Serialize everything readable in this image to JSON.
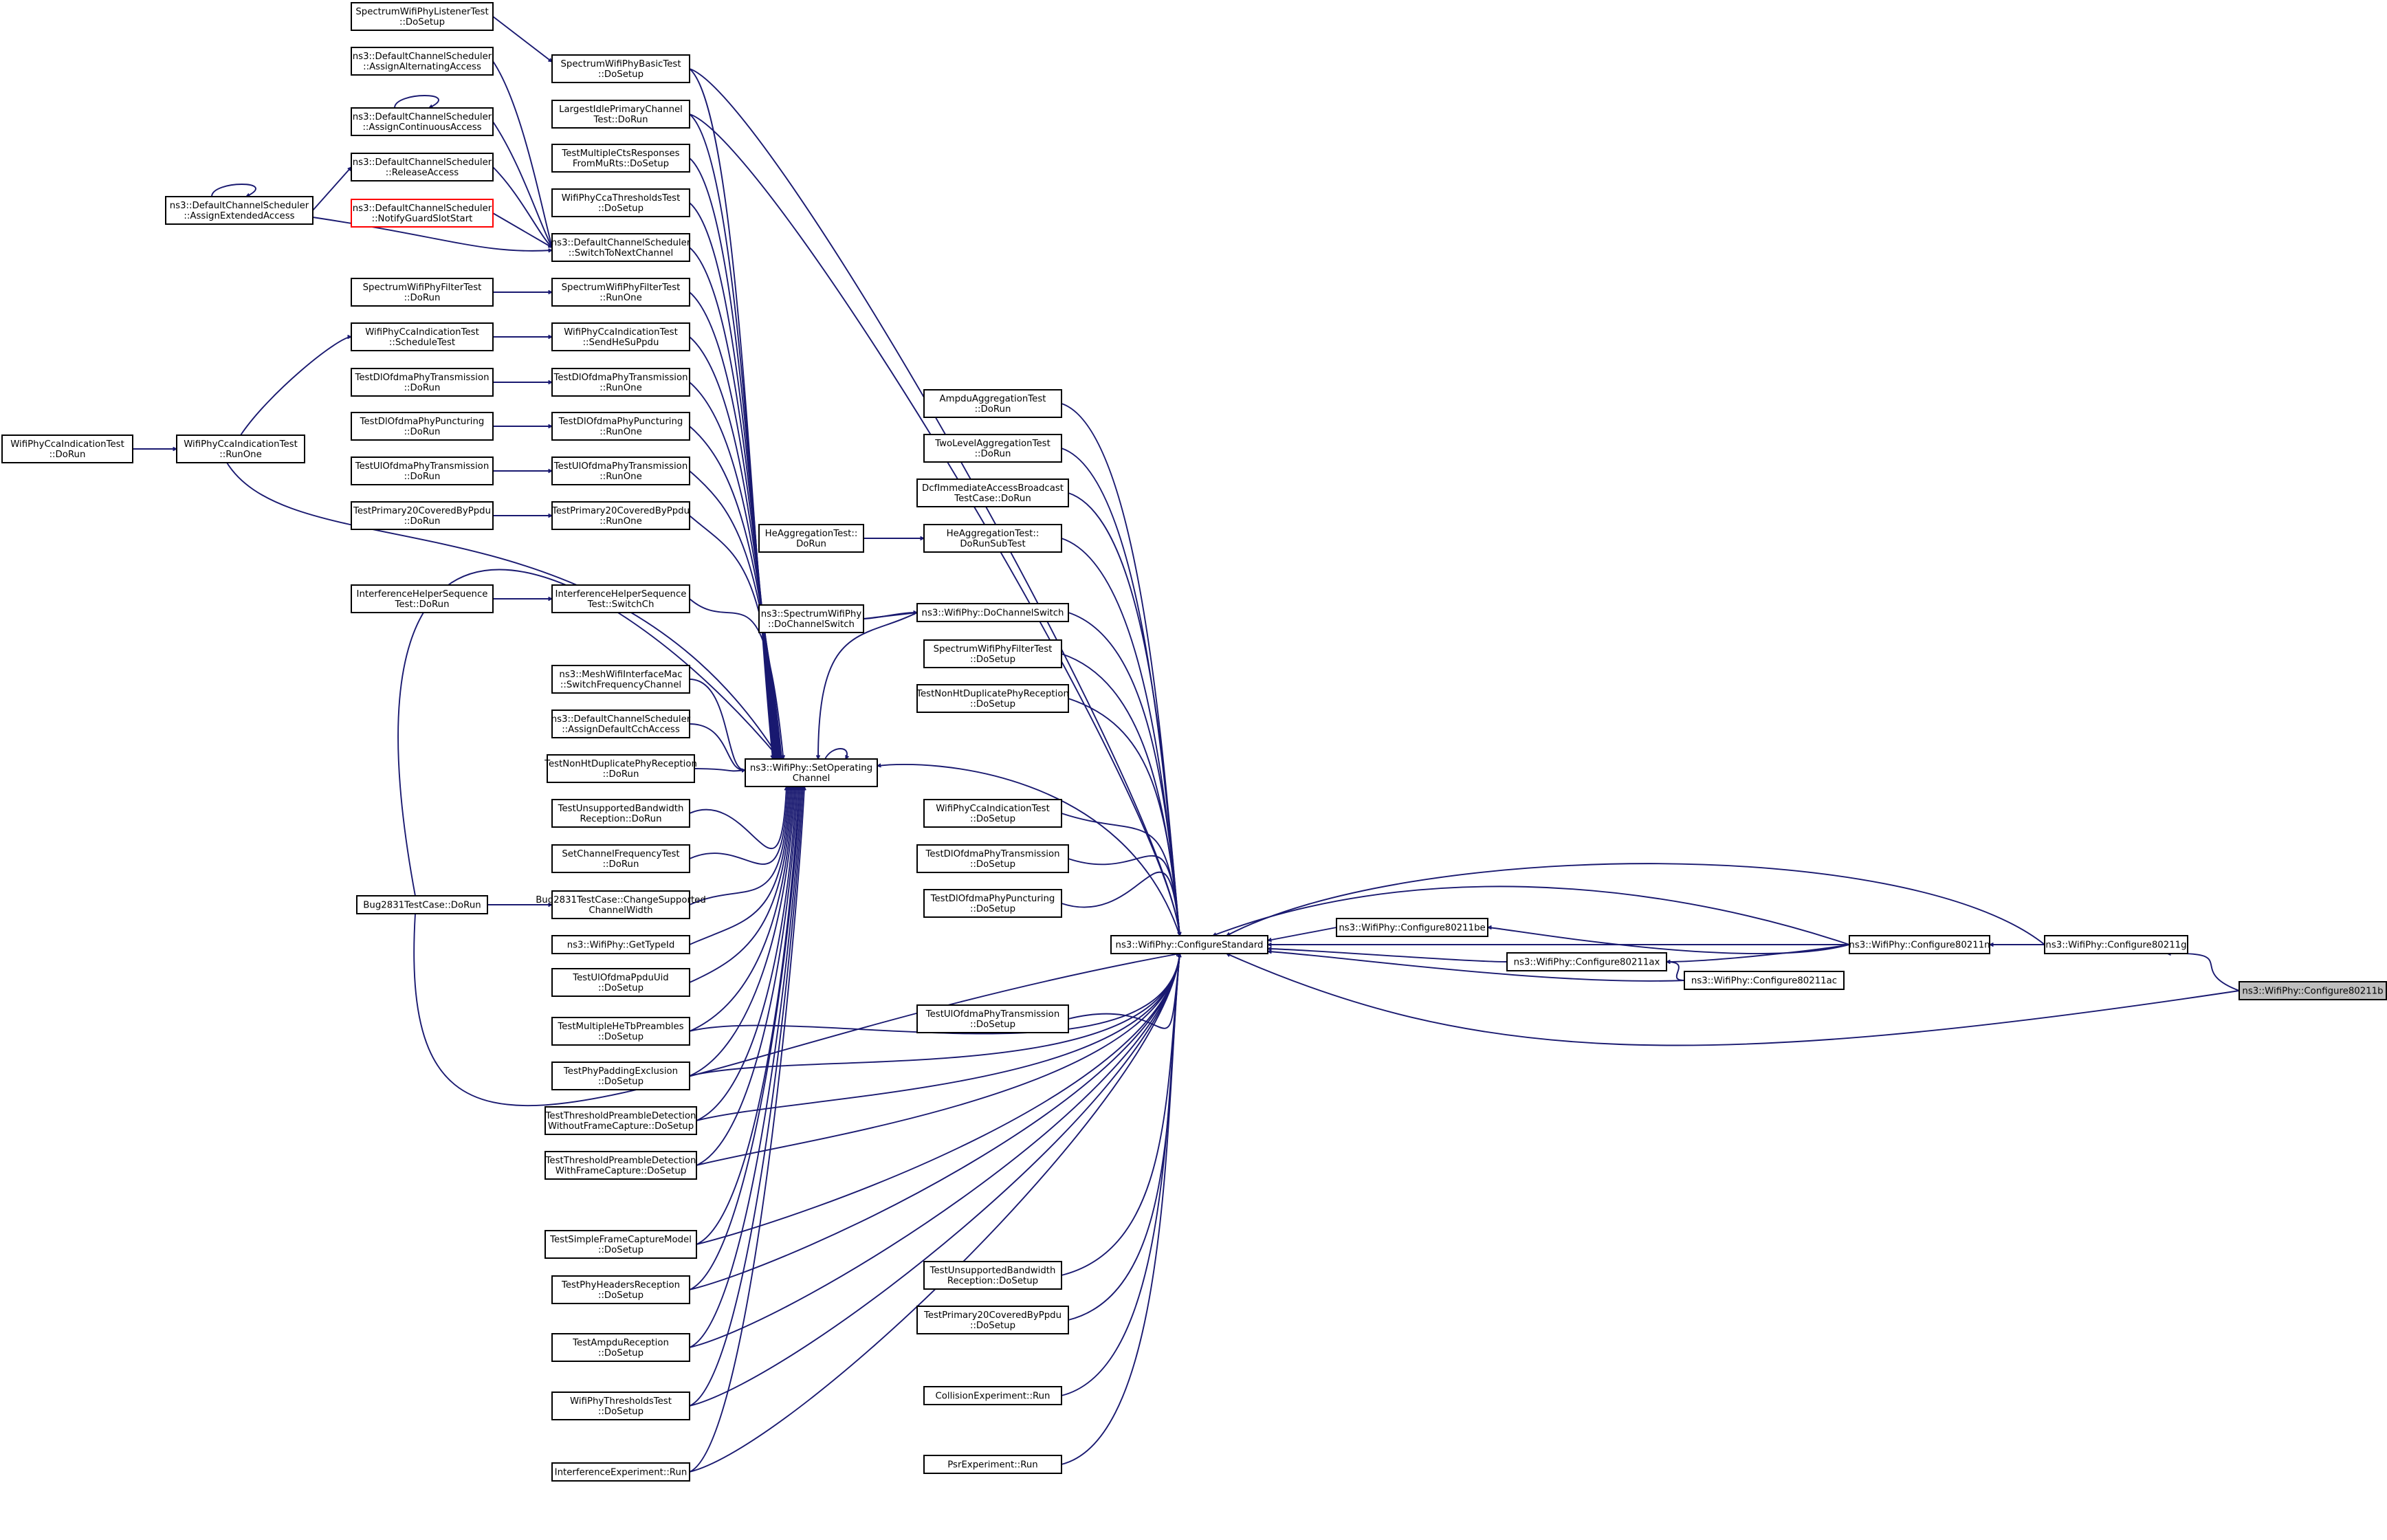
{
  "nodes": {
    "n1": {
      "lines": [
        "SpectrumWifiPhyListenerTest",
        "::DoSetup"
      ]
    },
    "n2": {
      "lines": [
        "SpectrumWifiPhyBasicTest",
        "::DoSetup"
      ]
    },
    "n3": {
      "lines": [
        "ns3::DefaultChannelScheduler",
        "::AssignAlternatingAccess"
      ]
    },
    "n4": {
      "lines": [
        "LargestIdlePrimaryChannel",
        "Test::DoRun"
      ]
    },
    "n5": {
      "lines": [
        "ns3::DefaultChannelScheduler",
        "::AssignContinuousAccess"
      ]
    },
    "n6": {
      "lines": [
        "TestMultipleCtsResponses",
        "FromMuRts::DoSetup"
      ]
    },
    "n7": {
      "lines": [
        "ns3::DefaultChannelScheduler",
        "::ReleaseAccess"
      ]
    },
    "n8": {
      "lines": [
        "ns3::DefaultChannelScheduler",
        "::AssignExtendedAccess"
      ]
    },
    "n9": {
      "lines": [
        "WifiPhyCcaThresholdsTest",
        "::DoSetup"
      ]
    },
    "n10": {
      "lines": [
        "ns3::DefaultChannelScheduler",
        "::NotifyGuardSlotStart"
      ]
    },
    "n11": {
      "lines": [
        "ns3::DefaultChannelScheduler",
        "::SwitchToNextChannel"
      ]
    },
    "n12": {
      "lines": [
        "SpectrumWifiPhyFilterTest",
        "::DoRun"
      ]
    },
    "n13": {
      "lines": [
        "SpectrumWifiPhyFilterTest",
        "::RunOne"
      ]
    },
    "n14": {
      "lines": [
        "WifiPhyCcaIndicationTest",
        "::ScheduleTest"
      ]
    },
    "n15": {
      "lines": [
        "WifiPhyCcaIndicationTest",
        "::SendHeSuPpdu"
      ]
    },
    "n16": {
      "lines": [
        "TestDlOfdmaPhyTransmission",
        "::DoRun"
      ]
    },
    "n17": {
      "lines": [
        "TestDlOfdmaPhyTransmission",
        "::RunOne"
      ]
    },
    "n18": {
      "lines": [
        "AmpduAggregationTest",
        "::DoRun"
      ]
    },
    "n19": {
      "lines": [
        "TestDlOfdmaPhyPuncturing",
        "::DoRun"
      ]
    },
    "n20": {
      "lines": [
        "TestDlOfdmaPhyPuncturing",
        "::RunOne"
      ]
    },
    "n21": {
      "lines": [
        "WifiPhyCcaIndicationTest",
        "::DoRun"
      ]
    },
    "n22": {
      "lines": [
        "WifiPhyCcaIndicationTest",
        "::RunOne"
      ]
    },
    "n23": {
      "lines": [
        "TwoLevelAggregationTest",
        "::DoRun"
      ]
    },
    "n24": {
      "lines": [
        "TestUlOfdmaPhyTransmission",
        "::DoRun"
      ]
    },
    "n25": {
      "lines": [
        "TestUlOfdmaPhyTransmission",
        "::RunOne"
      ]
    },
    "n26": {
      "lines": [
        "DcfImmediateAccessBroadcast",
        "TestCase::DoRun"
      ]
    },
    "n27": {
      "lines": [
        "TestPrimary20CoveredByPpdu",
        "::DoRun"
      ]
    },
    "n28": {
      "lines": [
        "TestPrimary20CoveredByPpdu",
        "::RunOne"
      ]
    },
    "n29": {
      "lines": [
        "HeAggregationTest::",
        "DoRun"
      ]
    },
    "n30": {
      "lines": [
        "HeAggregationTest::",
        "DoRunSubTest"
      ]
    },
    "n31": {
      "lines": [
        "InterferenceHelperSequence",
        "Test::DoRun"
      ]
    },
    "n32": {
      "lines": [
        "InterferenceHelperSequence",
        "Test::SwitchCh"
      ]
    },
    "n33": {
      "lines": [
        "ns3::SpectrumWifiPhy",
        "::DoChannelSwitch"
      ]
    },
    "n34": {
      "lines": [
        "ns3::WifiPhy::DoChannelSwitch"
      ]
    },
    "n35": {
      "lines": [
        "SpectrumWifiPhyFilterTest",
        "::DoSetup"
      ]
    },
    "n36": {
      "lines": [
        "ns3::MeshWifiInterfaceMac",
        "::SwitchFrequencyChannel"
      ]
    },
    "n37": {
      "lines": [
        "TestNonHtDuplicatePhyReception",
        "::DoSetup"
      ]
    },
    "n38": {
      "lines": [
        "ns3::DefaultChannelScheduler",
        "::AssignDefaultCchAccess"
      ]
    },
    "n39": {
      "lines": [
        "TestNonHtDuplicatePhyReception",
        "::DoRun"
      ]
    },
    "n40": {
      "lines": [
        "ns3::WifiPhy::SetOperating",
        "Channel"
      ]
    },
    "n41": {
      "lines": [
        "WifiPhyCcaIndicationTest",
        "::DoSetup"
      ]
    },
    "n42": {
      "lines": [
        "TestUnsupportedBandwidth",
        "Reception::DoRun"
      ]
    },
    "n43": {
      "lines": [
        "TestDlOfdmaPhyTransmission",
        "::DoSetup"
      ]
    },
    "n44": {
      "lines": [
        "SetChannelFrequencyTest",
        "::DoRun"
      ]
    },
    "n45": {
      "lines": [
        "TestDlOfdmaPhyPuncturing",
        "::DoSetup"
      ]
    },
    "n46": {
      "lines": [
        "Bug2831TestCase::DoRun"
      ]
    },
    "n47": {
      "lines": [
        "Bug2831TestCase::ChangeSupported",
        "ChannelWidth"
      ]
    },
    "n48": {
      "lines": [
        "ns3::WifiPhy::Configure80211be"
      ]
    },
    "n49": {
      "lines": [
        "ns3::WifiPhy::GetTypeId"
      ]
    },
    "n50": {
      "lines": [
        "ns3::WifiPhy::ConfigureStandard"
      ]
    },
    "n51": {
      "lines": [
        "ns3::WifiPhy::Configure80211n"
      ]
    },
    "n52": {
      "lines": [
        "ns3::WifiPhy::Configure80211g"
      ]
    },
    "n53": {
      "lines": [
        "ns3::WifiPhy::Configure80211ax"
      ]
    },
    "n54": {
      "lines": [
        "TestUlOfdmaPpduUid",
        "::DoSetup"
      ]
    },
    "n55": {
      "lines": [
        "ns3::WifiPhy::Configure80211ac"
      ]
    },
    "n56": {
      "lines": [
        "ns3::WifiPhy::Configure80211b"
      ]
    },
    "n57": {
      "lines": [
        "TestMultipleHeTbPreambles",
        "::DoSetup"
      ]
    },
    "n58": {
      "lines": [
        "TestUlOfdmaPhyTransmission",
        "::DoSetup"
      ]
    },
    "n59": {
      "lines": [
        "TestPhyPaddingExclusion",
        "::DoSetup"
      ]
    },
    "n60": {
      "lines": [
        "TestThresholdPreambleDetection",
        "WithoutFrameCapture::DoSetup"
      ]
    },
    "n61": {
      "lines": [
        "TestThresholdPreambleDetection",
        "WithFrameCapture::DoSetup"
      ]
    },
    "n62": {
      "lines": [
        "TestSimpleFrameCaptureModel",
        "::DoSetup"
      ]
    },
    "n63": {
      "lines": [
        "TestUnsupportedBandwidth",
        "Reception::DoSetup"
      ]
    },
    "n64": {
      "lines": [
        "TestPhyHeadersReception",
        "::DoSetup"
      ]
    },
    "n65": {
      "lines": [
        "TestPrimary20CoveredByPpdu",
        "::DoSetup"
      ]
    },
    "n66": {
      "lines": [
        "TestAmpduReception",
        "::DoSetup"
      ]
    },
    "n67": {
      "lines": [
        "CollisionExperiment::Run"
      ]
    },
    "n68": {
      "lines": [
        "WifiPhyThresholdsTest",
        "::DoSetup"
      ]
    },
    "n69": {
      "lines": [
        "PsrExperiment::Run"
      ]
    },
    "n70": {
      "lines": [
        "InterferenceExperiment::Run"
      ]
    }
  },
  "colors": {
    "edge": "#191970",
    "node_border": "#000000",
    "focus_fill": "#bfbfbf",
    "undocumented_border": "#ff0000"
  }
}
